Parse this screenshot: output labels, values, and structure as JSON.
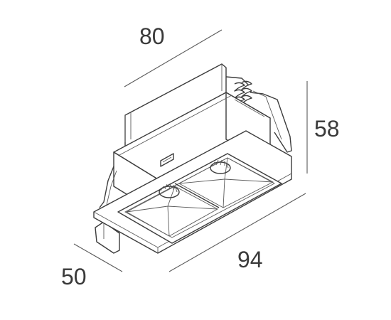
{
  "dimensions": {
    "width": "80",
    "height": "58",
    "length": "94",
    "depth": "50"
  },
  "colors": {
    "line": "#3c3c3c",
    "dimension": "#5a5a5a",
    "text": "#3a3a3a",
    "background": "#ffffff"
  }
}
